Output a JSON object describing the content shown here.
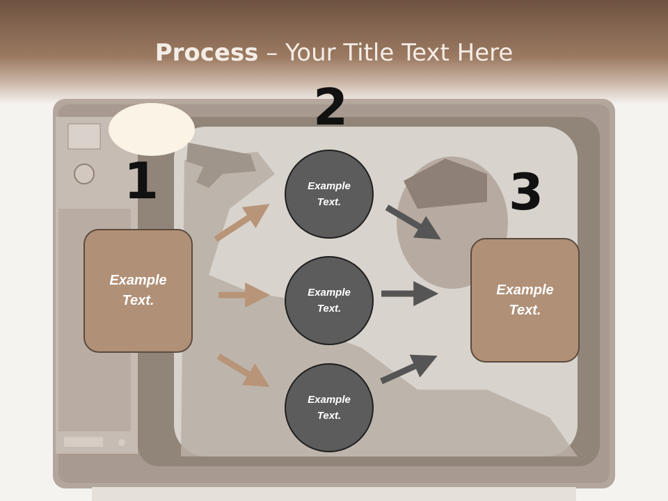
{
  "slide": {
    "title_bold": "Process",
    "title_rest": " – Your Title Text Here",
    "steps": {
      "one": "1",
      "two": "2",
      "three": "3"
    },
    "left_box": {
      "text": "Example Text."
    },
    "circles": [
      {
        "text": "Example Text."
      },
      {
        "text": "Example Text."
      },
      {
        "text": "Example Text."
      }
    ],
    "right_box": {
      "text": "Example Text."
    }
  },
  "colors": {
    "banner": "#8a6a54",
    "box_fill": "#b09077",
    "box_border": "#5a4a3e",
    "circle_fill": "#5d5c5c",
    "arrow_tan": "#b89478",
    "arrow_gray": "#555555"
  }
}
